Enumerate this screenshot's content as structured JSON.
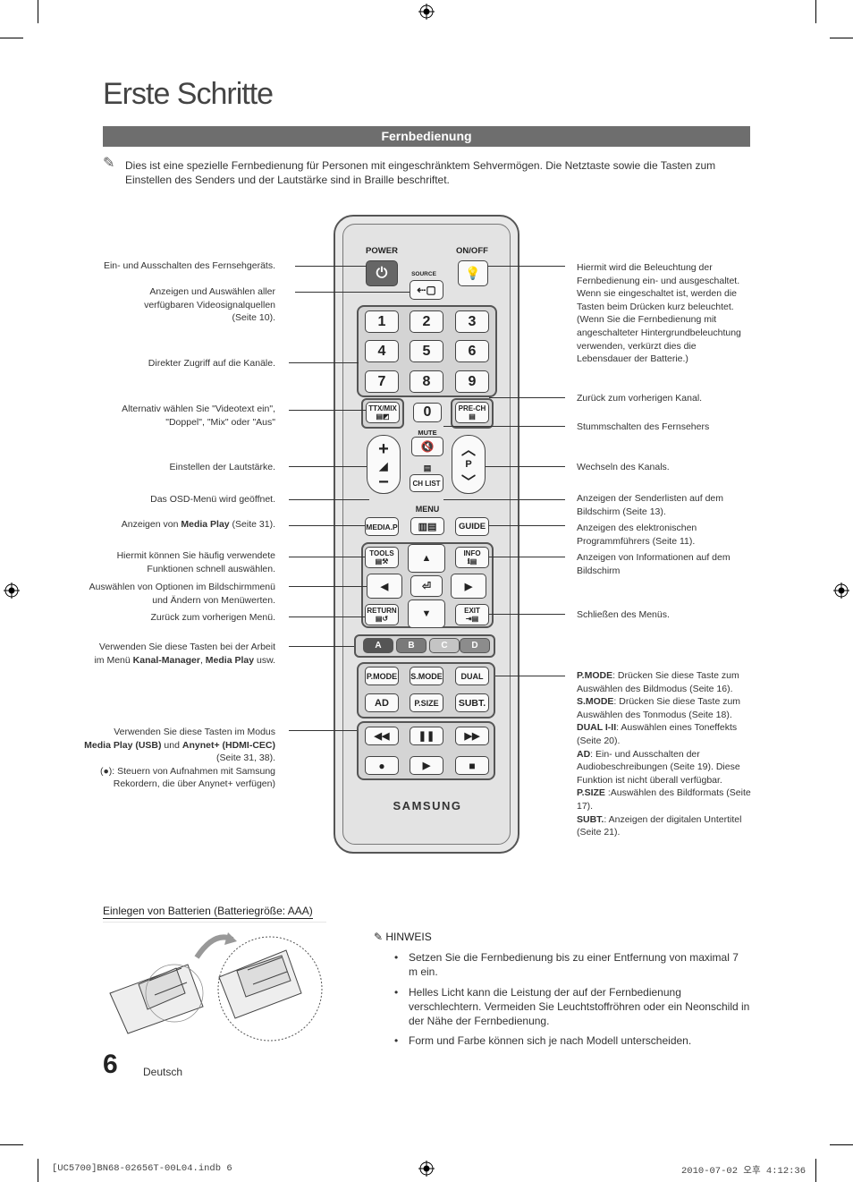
{
  "page_title": "Erste Schritte",
  "section_title": "Fernbedienung",
  "intro_text": "Dies ist eine spezielle Fernbedienung für Personen mit eingeschränktem Sehvermögen. Die Netztaste sowie die Tasten zum Einstellen des Senders und der Lautstärke sind in Braille beschriftet.",
  "left_labels": [
    "Ein- und Ausschalten des Fernsehgeräts.",
    "Anzeigen und Auswählen aller\nverfügbaren Videosignalquellen\n(Seite 10).",
    "Direkter Zugriff auf die Kanäle.",
    "Alternativ wählen Sie \"Videotext ein\",\n\"Doppel\", \"Mix\" oder \"Aus\"",
    "Einstellen der Lautstärke.",
    "Das OSD-Menü wird geöffnet.",
    "Hiermit können Sie häufig verwendete\nFunktionen schnell auswählen.",
    "Auswählen von Optionen im Bildschirmmenü\nund Ändern von Menüwerten.",
    "Zurück zum vorherigen Menü."
  ],
  "media_play_label": {
    "pre": "Anzeigen von ",
    "bold": "Media Play",
    "post": " (Seite 31)."
  },
  "color_keys_label": {
    "line1": "Verwenden Sie diese Tasten bei der Arbeit",
    "pre": "im Menü ",
    "bold1": "Kanal-Manager",
    "sep": ", ",
    "bold2": "Media Play",
    "post": " usw."
  },
  "media_keys_label": {
    "line1": "Verwenden Sie diese Tasten im Modus",
    "bold1": "Media Play (USB)",
    "mid": " und ",
    "bold2": "Anynet+ (HDMI-CEC)",
    "line3": "(Seite 31, 38).",
    "line4": "(●): Steuern von Aufnahmen mit Samsung",
    "line5": "Rekordern, die über Anynet+ verfügen)"
  },
  "right_labels": [
    "Hiermit wird die Beleuchtung der\nFernbedienung ein- und ausgeschaltet.\nWenn sie eingeschaltet ist, werden die\nTasten beim Drücken kurz beleuchtet.\n(Wenn Sie die Fernbedienung mit\nangeschalteter Hintergrundbeleuchtung\nverwenden, verkürzt dies die\nLebensdauer der Batterie.)",
    "Zurück zum vorherigen Kanal.",
    "Stummschalten des Fernsehers",
    "Wechseln des Kanals.",
    "Anzeigen der Senderlisten auf dem\nBildschirm (Seite 13).",
    "Anzeigen des elektronischen\nProgrammführers (Seite 11).",
    "Anzeigen von Informationen auf dem\nBildschirm",
    "Schließen des Menüs."
  ],
  "mode_descriptions": [
    {
      "key": "P.MODE",
      "text": ": Drücken Sie diese Taste zum Auswählen des Bildmodus (Seite 16)."
    },
    {
      "key": "S.MODE",
      "text": ": Drücken Sie diese Taste zum Auswählen des Tonmodus (Seite 18)."
    },
    {
      "key": "DUAL I-II",
      "text": ": Auswählen eines Toneffekts (Seite 20)."
    },
    {
      "key": "AD",
      "text": ": Ein- und Ausschalten der Audiobeschreibungen (Seite 19). Diese Funktion ist nicht überall verfügbar."
    },
    {
      "key": "P.SIZE",
      "text": " :Auswählen des Bildformats (Seite 17)."
    },
    {
      "key": "SUBT.",
      "text": ": Anzeigen der digitalen Untertitel (Seite 21)."
    }
  ],
  "remote": {
    "power": "POWER",
    "onoff": "ON/OFF",
    "source": "SOURCE",
    "digits": [
      "1",
      "2",
      "3",
      "4",
      "5",
      "6",
      "7",
      "8",
      "9"
    ],
    "zero": "0",
    "ttx": "TTX/MIX",
    "prech": "PRE-CH",
    "mute": "MUTE",
    "p": "P",
    "chlist": "CH LIST",
    "menu": "MENU",
    "mediap": "MEDIA.P",
    "guide": "GUIDE",
    "tools": "TOOLS",
    "info": "INFO",
    "return": "RETURN",
    "exit": "EXIT",
    "colors": [
      {
        "label": "A",
        "color": "#555555"
      },
      {
        "label": "B",
        "color": "#7a7a7a"
      },
      {
        "label": "C",
        "color": "#c4c4c4"
      },
      {
        "label": "D",
        "color": "#8c8c8c"
      }
    ],
    "pmode": "P.MODE",
    "smode": "S.MODE",
    "dual": "DUAL",
    "ad": "AD",
    "psize": "P.SIZE",
    "subt": "SUBT.",
    "brand": "SAMSUNG"
  },
  "battery_heading": "Einlegen von Batterien (Batteriegröße: AAA)",
  "note_heading": "HINWEIS",
  "notes": [
    "Setzen Sie die Fernbedienung bis zu einer Entfernung von maximal 7 m ein.",
    "Helles Licht kann die Leistung der auf der Fernbedienung verschlechtern. Vermeiden Sie Leuchtstoffröhren oder ein Neonschild in der Nähe der Fernbedienung.",
    "Form und Farbe können sich je nach Modell unterscheiden."
  ],
  "page_number": "6",
  "language": "Deutsch",
  "footer_left": "[UC5700]BN68-02656T-00L04.indb   6",
  "footer_right": "2010-07-02   오후 4:12:36"
}
